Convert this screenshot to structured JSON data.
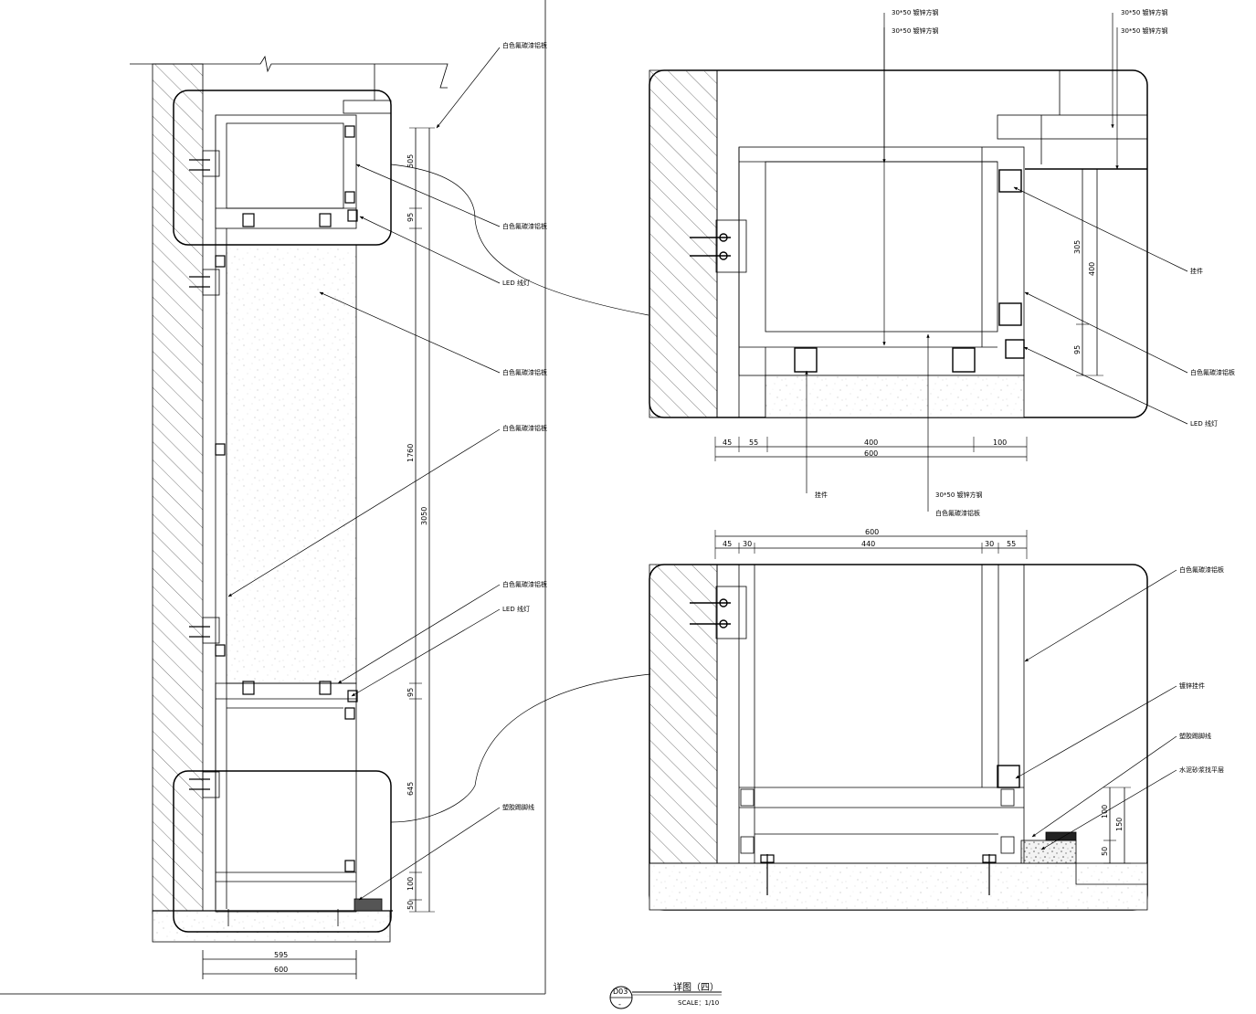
{
  "drawing": {
    "title": "详图（四）",
    "scale": "SCALE：1/10",
    "sheet_no": "D03",
    "sheet_sub": "-"
  },
  "elevation": {
    "labels": {
      "panel_top": "白色氟碳漆铝板",
      "panel_mid1": "白色氟碳漆铝板",
      "led_top": "LED 线灯",
      "panel_mid2": "白色氟碳漆铝板",
      "panel_mid3": "白色氟碳漆铝板",
      "panel_low": "白色氟碳漆铝板",
      "led_low": "LED 线灯",
      "skirting": "塑胶踢脚线"
    },
    "dims": {
      "d505": "505",
      "d95a": "95",
      "d1760": "1760",
      "d3050": "3050",
      "d95b": "95",
      "d645": "645",
      "d100": "100",
      "d50": "50",
      "w595": "595",
      "w600": "600"
    }
  },
  "detail_top": {
    "labels": {
      "steel1": "30*50 镀锌方钢",
      "steel2": "30*50 镀锌方钢",
      "steel3": "30*50 镀锌方钢",
      "steel4": "30*50 镀锌方钢",
      "hanger_r": "挂件",
      "panel_r": "白色氟碳漆铝板",
      "led_r": "LED 线灯",
      "hanger_b": "挂件",
      "steel_b": "30*50 镀锌方钢",
      "panel_b": "白色氟碳漆铝板"
    },
    "dims": {
      "d305": "305",
      "d400v": "400",
      "d95": "95",
      "h45": "45",
      "h55": "55",
      "h400": "400",
      "h100": "100",
      "h600": "600"
    }
  },
  "detail_bottom": {
    "labels": {
      "panel": "白色氟碳漆铝板",
      "hanger": "镀锌挂件",
      "skirting": "塑胶踢脚线",
      "screed": "水泥砂浆找平层"
    },
    "dims": {
      "h600": "600",
      "h45": "45",
      "h30a": "30",
      "h440": "440",
      "h30b": "30",
      "h55": "55",
      "v100": "100",
      "v150": "150",
      "v50": "50"
    }
  }
}
